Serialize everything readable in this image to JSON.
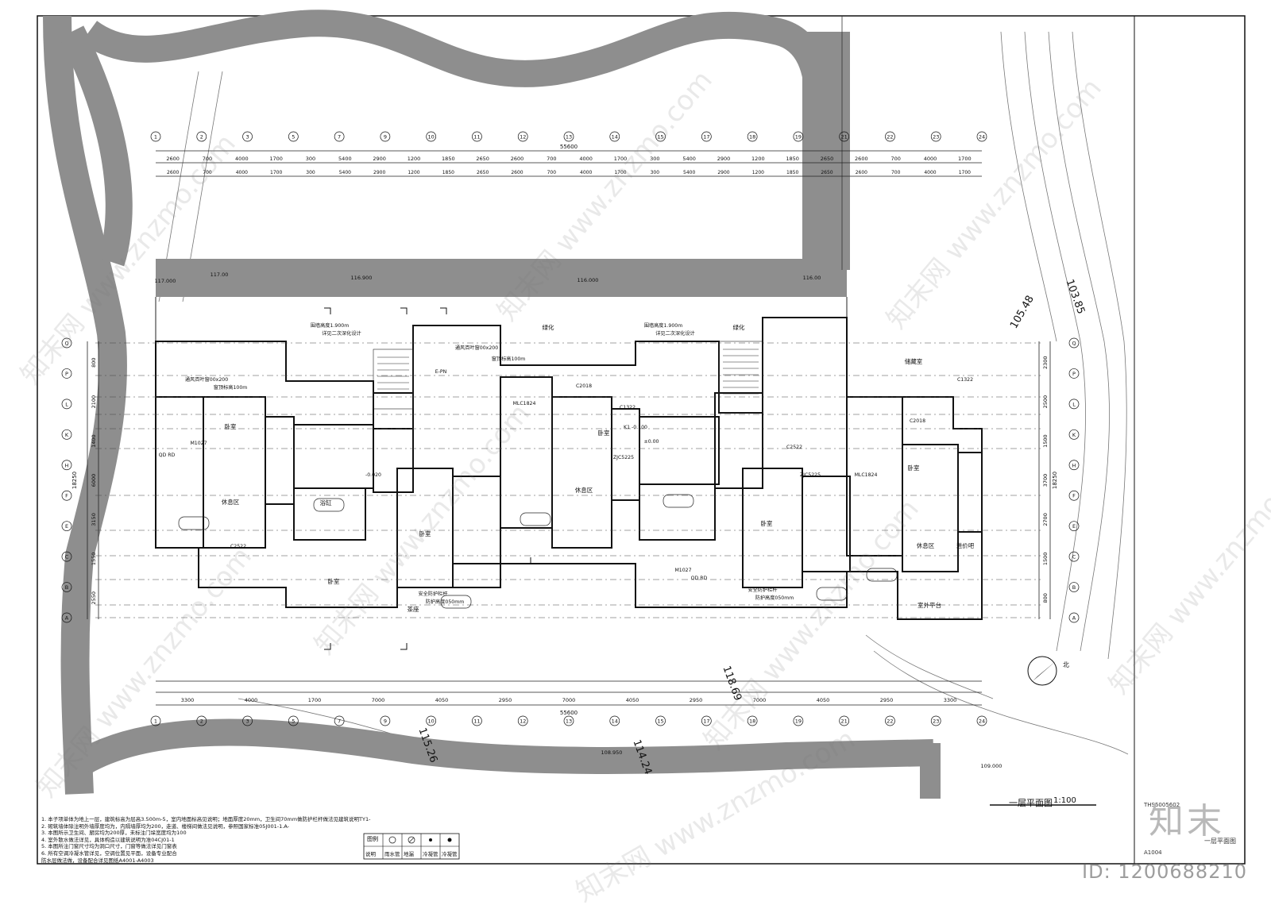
{
  "drawing": {
    "title": "一层平面图",
    "scale": "1:100",
    "north_label": "北",
    "total_dimension": "55600",
    "project_code": "THS5005602",
    "sheet_no": "A1004",
    "sheet_title": "一层平面图"
  },
  "top_dims": [
    "2600",
    "700",
    "4000",
    "1700",
    "300",
    "5400",
    "2900",
    "1200",
    "1850",
    "2650",
    "2600",
    "700",
    "4000",
    "1700",
    "300",
    "5400",
    "2900",
    "1200",
    "1850",
    "2650",
    "2600",
    "700",
    "4000",
    "1700"
  ],
  "bottom_dims": [
    "3300",
    "4000",
    "1700",
    "7000",
    "4050",
    "2950",
    "7000",
    "4050",
    "2950",
    "7000",
    "4050",
    "2950",
    "3300"
  ],
  "left_dims": [
    "800",
    "2100",
    "1400",
    "6000",
    "3150",
    "1550",
    "2550"
  ],
  "left_total": "18250",
  "right_dims": [
    "2300",
    "2500",
    "1500",
    "3700",
    "2700",
    "1500",
    "800"
  ],
  "right_total": "18250",
  "grid_top": [
    "1",
    "2",
    "3",
    "5",
    "7",
    "9",
    "10",
    "11",
    "12",
    "13",
    "14",
    "15",
    "17",
    "18",
    "19",
    "21",
    "22",
    "23",
    "24"
  ],
  "grid_bottom": [
    "1",
    "2",
    "3",
    "5",
    "7",
    "9",
    "10",
    "11",
    "12",
    "13",
    "14",
    "15",
    "17",
    "18",
    "19",
    "21",
    "22",
    "23",
    "24"
  ],
  "grid_left": [
    "Q",
    "P",
    "L",
    "K",
    "H",
    "F",
    "E",
    "C",
    "B",
    "A"
  ],
  "grid_right": [
    "Q",
    "P",
    "L",
    "K",
    "H",
    "F",
    "E",
    "C",
    "B",
    "A"
  ],
  "elevations": [
    "117.000",
    "117.00",
    "116.900",
    "116.00",
    "116.000",
    "105.48",
    "103.85",
    "118.69",
    "115.26",
    "114.24",
    "109.000",
    "108.950"
  ],
  "rooms": [
    {
      "label": "卧室"
    },
    {
      "label": "休息区"
    },
    {
      "label": "绿化"
    },
    {
      "label": "储藏室"
    },
    {
      "label": "茶座"
    },
    {
      "label": "进价吧"
    },
    {
      "label": "室外平台"
    },
    {
      "label": "浴缸"
    }
  ],
  "notes": [
    "围墙高度1.900m",
    "详见二次深化设计",
    "通风百叶窗00x200",
    "窗顶标高100m",
    "安全防护栏杆",
    "防护高度050mm",
    "C2018",
    "C1322",
    "MLC1824",
    "C2522",
    "ZJC5225",
    "M1027",
    "QD RD",
    "E-PN",
    "K1 -0.100",
    "±0.00",
    "-0.020"
  ],
  "spec_notes": [
    "1. 本子项单体为地上一层，建筑标高为层高3.500m-5，室内地面标高见说明；地面厚度20mm，卫生间70mm做防护栏杆做法见建筑说明TY1-",
    "2. 砌筑墙体除注明外墙厚度均为，内隔墙厚均为200，走道、楼梯间做法见说明，参照国家标准05J001-1.A-",
    "3. 本图所示卫生间、厨房均为200厚，未标注门垛宽度均为100",
    "4. 室外散水做法详见，具体构造以建筑说明为准04CJ01-1",
    "5. 本图所注门窗尺寸均为洞口尺寸，门窗等做法详见门窗表",
    "6. 所有空调冷凝水管详见，空调位置见平面，设备专业配合",
    "防水层做法做，设备配合详见图纸A4001-A4003"
  ],
  "legend": {
    "header": "图例",
    "labels": [
      "说明",
      "雨水管",
      "地漏",
      "冷凝管",
      "冷凝管"
    ]
  },
  "watermark": "知末网 www.znzmo.com",
  "brand": "知末",
  "id_text": "ID: 1200688210"
}
